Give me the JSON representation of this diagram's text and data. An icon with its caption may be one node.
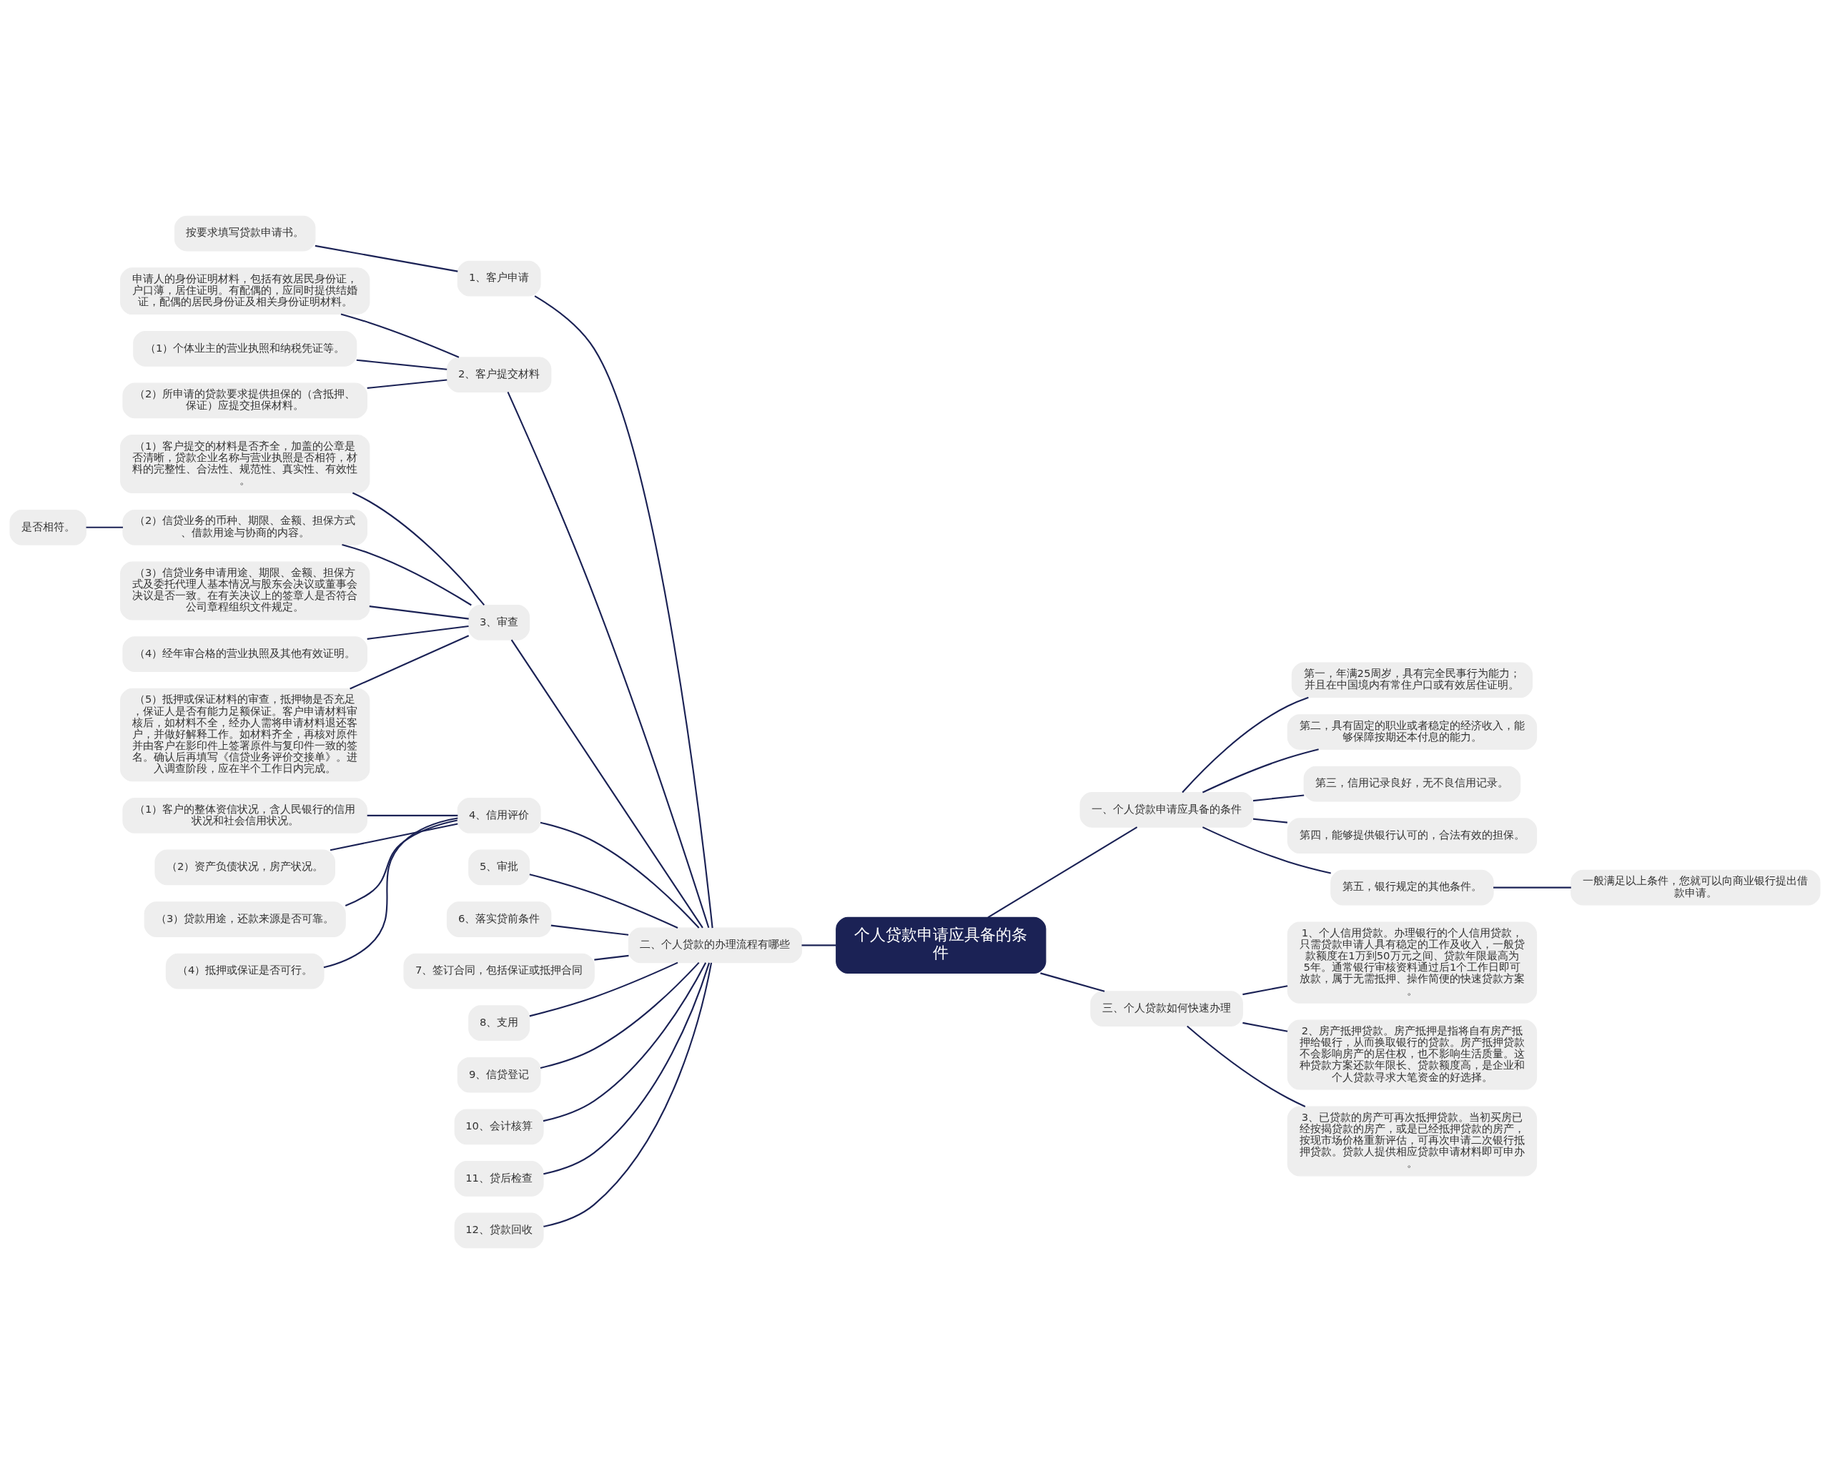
{
  "diagram": {
    "nodes": [
      {
        "text": [
          "个人贷款申请应具备的条件"
        ]
      },
      {
        "text": [
          "一、个人贷款申请应具备的条件"
        ]
      },
      {
        "text": [
          "第一，年满25周岁，具有完全民事行为能力；并且在中国境内有常住户口或有效居住证明。"
        ]
      },
      {
        "text": [
          "第二，具有固定的职业或者稳定的经济收入，能够保障按期还本付息的能力。"
        ]
      },
      {
        "text": [
          "第三，信用记录良好，无不良信用记录。"
        ]
      },
      {
        "text": [
          "第四，能够提供银行认可的，合法有效的担保。"
        ]
      },
      {
        "text": [
          "第五，银行规定的其他条件。"
        ]
      },
      {
        "text": [
          "一般满足以上条件，您就可以向商业银行提出借款申请。"
        ]
      },
      {
        "text": [
          "三、个人贷款如何快速办理"
        ]
      },
      {
        "text": [
          "1、个人信用贷款。办理银行的个人信用贷款，只需贷款申请人具有稳定的工作及收入，一般贷款额度在1万到50万元之间、贷款年限最高为5年。通常银行审核资料通过后1个工作日即可放款，属于无需抵押、操作简便的快速贷款方案。"
        ]
      },
      {
        "text": [
          "2、房产抵押贷款。房产抵押是指将自有房产抵押给银行，从而换取银行的贷款。房产抵押贷款不会影响房产的居住权，也不影响生活质量。这种贷款方案还款年限长、贷款额度高，是企业和个人贷款寻求大笔资金的好选择。"
        ]
      },
      {
        "text": [
          "3、已贷款的房产可再次抵押贷款。当初买房已经按揭贷款的房产，或是已经抵押贷款的房产，按现市场价格重新评估，可再次申请二次银行抵押贷款。贷款人提供相应贷款申请材料即可申办。"
        ]
      },
      {
        "text": [
          "二、个人贷款的办理流程有哪些"
        ]
      },
      {
        "text": [
          "1、客户申请"
        ]
      },
      {
        "text": [
          "按要求填写贷款申请书。"
        ]
      },
      {
        "text": [
          "2、客户提交材料"
        ]
      },
      {
        "text": [
          "申请人的身份证明材料，包括有效居民身份证，户口薄，居住证明。有配偶的，应同时提供结婚证，配偶的居民身份证及相关身份证明材料。"
        ]
      },
      {
        "text": [
          "（1）个体业主的营业执照和纳税凭证等。"
        ]
      },
      {
        "text": [
          "（2）所申请的贷款要求提供担保的（含抵押、保证）应提交担保材料。"
        ]
      },
      {
        "text": [
          "3、审查"
        ]
      },
      {
        "text": [
          "（1）客户提交的材料是否齐全，加盖的公章是否清晰，贷款企业名称与营业执照是否相符，材料的完整性、合法性、规范性、真实性、有效性。"
        ]
      },
      {
        "text": [
          "（2）信贷业务的币种、期限、金额、担保方式、借款用途与协商的内容。"
        ]
      },
      {
        "text": [
          "是否相符。"
        ]
      },
      {
        "text": [
          "（3）信贷业务申请用途、期限、金额、担保方式及委托代理人基本情况与股东会决议或董事会决议是否一致。在有关决议上的签章人是否符合公司章程组织文件规定。"
        ]
      },
      {
        "text": [
          "（4）经年审合格的营业执照及其他有效证明。"
        ]
      },
      {
        "text": [
          "（5）抵押或保证材料的审查，抵押物是否充足，保证人是否有能力足额保证。客户申请材料审核后，如材料不全，经办人需将申请材料退还客户，并做好解释工作。如材料齐全，再核对原件并由客户在影印件上签署原件与复印件一致的签名。确认后再填写《信贷业务评价交接单》。进入调查阶段，应在半个工作日内完成。"
        ]
      },
      {
        "text": [
          "4、信用评价"
        ]
      },
      {
        "text": [
          "（1）客户的整体资信状况，含人民银行的信用状况和社会信用状况。"
        ]
      },
      {
        "text": [
          "（2）资产负债状况，房产状况。"
        ]
      },
      {
        "text": [
          "（3）贷款用途，还款来源是否可靠。"
        ]
      },
      {
        "text": [
          "（4）抵押或保证是否可行。"
        ]
      },
      {
        "text": [
          "5、审批"
        ]
      },
      {
        "text": [
          "6、落实贷前条件"
        ]
      },
      {
        "text": [
          "7、签订合同，包括保证或抵押合同"
        ]
      },
      {
        "text": [
          "8、支用"
        ]
      },
      {
        "text": [
          "9、信贷登记"
        ]
      },
      {
        "text": [
          "10、会计核算"
        ]
      },
      {
        "text": [
          "11、贷后检查"
        ]
      },
      {
        "text": [
          "12、贷款回收"
        ]
      }
    ],
    "edges": [
      {
        "from": 0,
        "to": 1,
        "arrow": "none"
      },
      {
        "from": 1,
        "to": 2,
        "arrow": "none"
      },
      {
        "from": 1,
        "to": 3,
        "arrow": "none"
      },
      {
        "from": 1,
        "to": 4,
        "arrow": "none"
      },
      {
        "from": 1,
        "to": 5,
        "arrow": "none"
      },
      {
        "from": 1,
        "to": 6,
        "arrow": "none"
      },
      {
        "from": 6,
        "to": 7,
        "arrow": "none"
      },
      {
        "from": 0,
        "to": 8,
        "arrow": "none"
      },
      {
        "from": 8,
        "to": 9,
        "arrow": "none"
      },
      {
        "from": 8,
        "to": 10,
        "arrow": "none"
      },
      {
        "from": 8,
        "to": 11,
        "arrow": "none"
      },
      {
        "from": 0,
        "to": 12,
        "arrow": "none"
      },
      {
        "from": 12,
        "to": 13,
        "arrow": "none"
      },
      {
        "from": 13,
        "to": 14,
        "arrow": "none"
      },
      {
        "from": 12,
        "to": 15,
        "arrow": "none"
      },
      {
        "from": 15,
        "to": 16,
        "arrow": "none"
      },
      {
        "from": 15,
        "to": 17,
        "arrow": "none"
      },
      {
        "from": 15,
        "to": 18,
        "arrow": "none"
      },
      {
        "from": 12,
        "to": 19,
        "arrow": "none"
      },
      {
        "from": 19,
        "to": 20,
        "arrow": "none"
      },
      {
        "from": 19,
        "to": 21,
        "arrow": "none"
      },
      {
        "from": 21,
        "to": 22,
        "arrow": "none"
      },
      {
        "from": 19,
        "to": 23,
        "arrow": "none"
      },
      {
        "from": 19,
        "to": 24,
        "arrow": "none"
      },
      {
        "from": 19,
        "to": 25,
        "arrow": "none"
      },
      {
        "from": 12,
        "to": 26,
        "arrow": "none"
      },
      {
        "from": 26,
        "to": 27,
        "arrow": "none"
      },
      {
        "from": 26,
        "to": 28,
        "arrow": "none"
      },
      {
        "from": 26,
        "to": 29,
        "arrow": "none"
      },
      {
        "from": 26,
        "to": 30,
        "arrow": "none"
      },
      {
        "from": 12,
        "to": 31,
        "arrow": "none"
      },
      {
        "from": 12,
        "to": 32,
        "arrow": "none"
      },
      {
        "from": 12,
        "to": 33,
        "arrow": "none"
      },
      {
        "from": 12,
        "to": 34,
        "arrow": "none"
      },
      {
        "from": 12,
        "to": 35,
        "arrow": "none"
      },
      {
        "from": 12,
        "to": 36,
        "arrow": "none"
      },
      {
        "from": 12,
        "to": 37,
        "arrow": "none"
      },
      {
        "from": 12,
        "to": 38,
        "arrow": "none"
      }
    ]
  }
}
